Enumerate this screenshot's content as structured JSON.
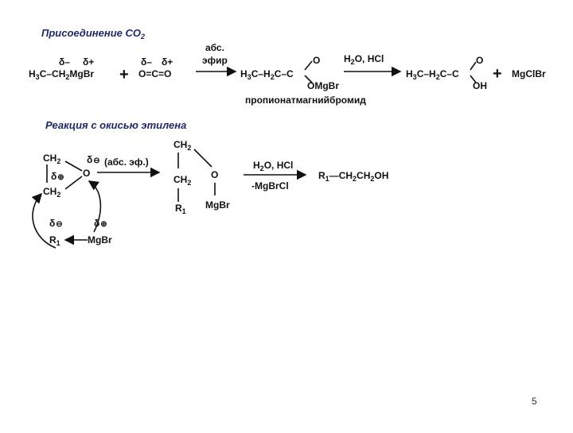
{
  "section1": {
    "title": "Присоединение CO",
    "title_sub": "2",
    "delta_minus": "δ–",
    "delta_plus": "δ+",
    "reagent_ch": "H",
    "reagent_sub3": "3",
    "reagent_c_ch": "C–CH",
    "reagent_sub2": "2",
    "reagent_mgbr": "MgBr",
    "plus": "+",
    "co2": "O=C=O",
    "cond_top": "абс.",
    "cond_bottom": "эфир",
    "inter_h": "H",
    "inter_3": "3",
    "inter_mid": "C–H",
    "inter_2": "2",
    "inter_c": "C–C",
    "inter_o": "O",
    "inter_omgbr": "OMgBr",
    "inter_name": "пропионатмагнийбромид",
    "step2_cond": "H",
    "step2_cond_sub": "2",
    "step2_cond_rest": "O, HCl",
    "product_oh": "OH",
    "product_o": "O",
    "byproduct": "MgClBr"
  },
  "section2": {
    "title": "Реакция с окисью этилена",
    "ch2_top": "CH",
    "ch2_bottom": "CH",
    "sub2": "2",
    "o": "O",
    "delta_minus": "δ",
    "delta_plus": "δ",
    "cond": "(абс. эф.)",
    "r1": "R",
    "r1_sub": "1",
    "mgbr": "MgBr",
    "open_ch2a": "CH",
    "open_ch2b": "CH",
    "open_o": "O",
    "open_r1": "R",
    "open_mgbr": "MgBr",
    "step_cond1": "H",
    "step_cond1_sub": "2",
    "step_cond1_rest": "O, HCl",
    "step_cond2": "-MgBrCl",
    "final_r1": "R",
    "final_sub1": "1",
    "final_rest": "—CH",
    "final_mid": "CH",
    "final_oh": "OH"
  },
  "page_number": "5"
}
